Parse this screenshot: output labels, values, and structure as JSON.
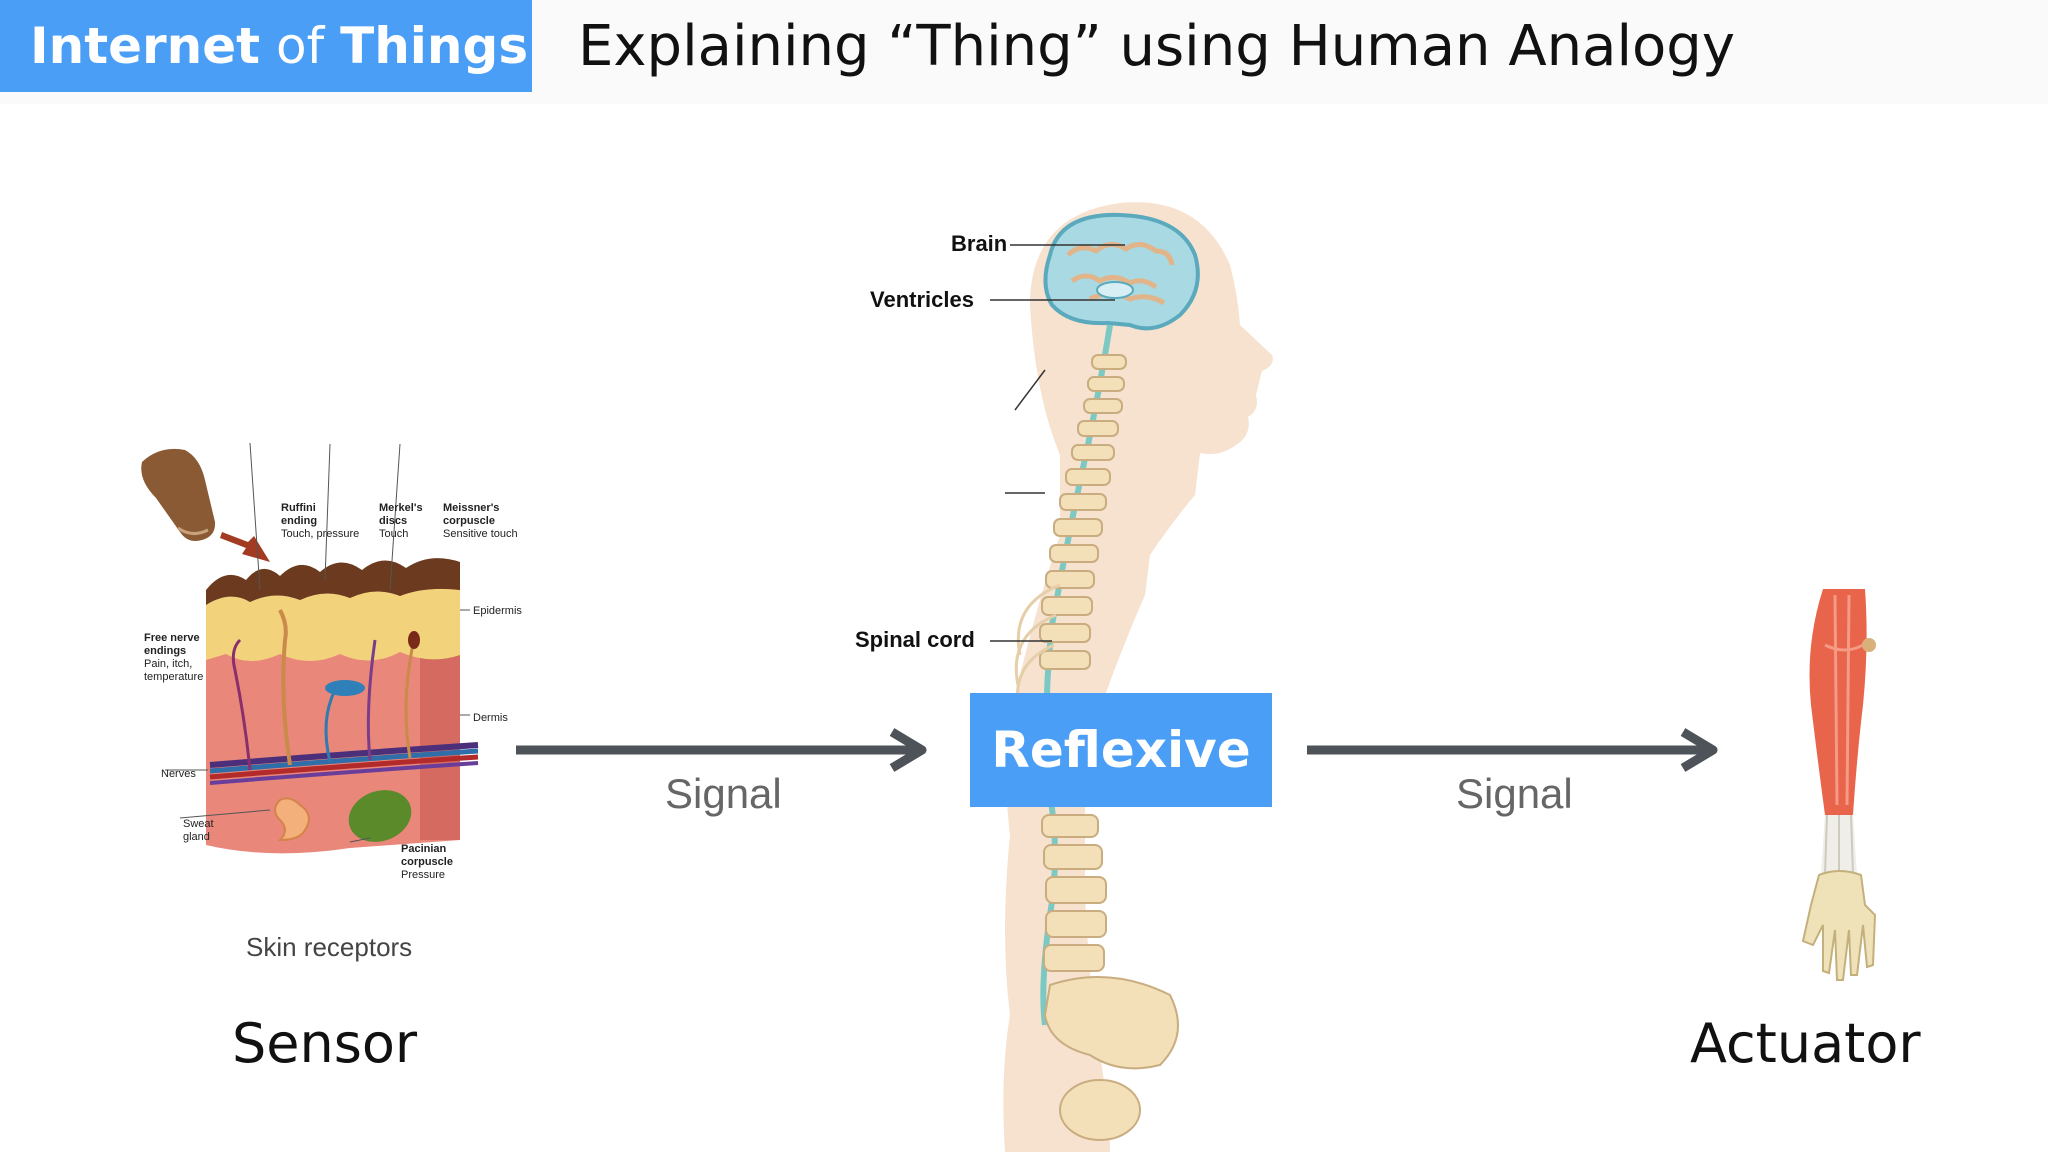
{
  "header": {
    "brand_part1": "Internet",
    "brand_part2": "of",
    "brand_part3": "Things",
    "title": "Explaining “Thing” using Human Analogy"
  },
  "skin": {
    "labels": {
      "ruffini_title": "Ruffini",
      "ruffini_title2": "ending",
      "ruffini_desc": "Touch, pressure",
      "merkel_title": "Merkel's",
      "merkel_title2": "discs",
      "merkel_desc": "Touch",
      "meissner_title": "Meissner's",
      "meissner_title2": "corpuscle",
      "meissner_desc": "Sensitive touch",
      "free_title": "Free nerve",
      "free_title2": "endings",
      "free_desc1": "Pain, itch,",
      "free_desc2": "temperature",
      "epidermis": "Epidermis",
      "dermis": "Dermis",
      "nerves": "Nerves",
      "sweat1": "Sweat",
      "sweat2": "gland",
      "pacinian_title": "Pacinian",
      "pacinian_title2": "corpuscle",
      "pacinian_desc": "Pressure"
    },
    "caption": "Skin receptors",
    "role": "Sensor"
  },
  "body": {
    "brain": "Brain",
    "ventricles": "Ventricles",
    "spinal_cord": "Spinal cord",
    "center_label": "Reflexive"
  },
  "arrows": {
    "left_label": "Signal",
    "right_label": "Signal"
  },
  "arm": {
    "role": "Actuator"
  },
  "colors": {
    "accent": "#4a9ef5",
    "arrow": "#4d5359"
  }
}
